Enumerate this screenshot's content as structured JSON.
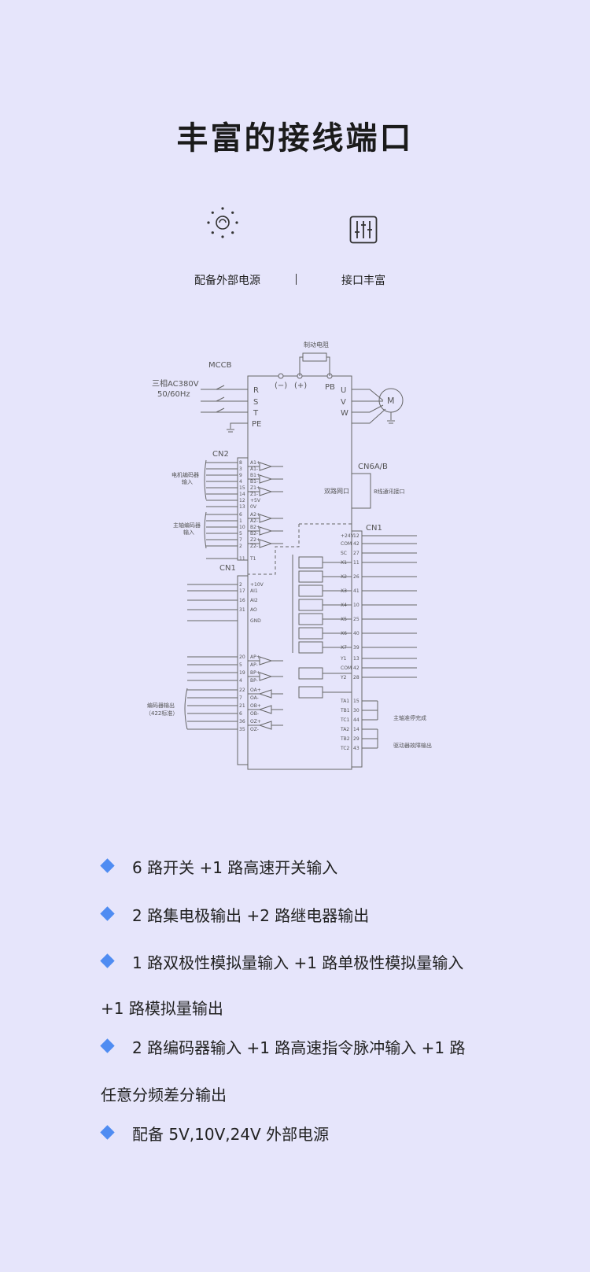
{
  "page": {
    "title": "丰富的接线端口"
  },
  "features": [
    {
      "label": "配备外部电源",
      "icon": "power-supply-icon"
    },
    {
      "label": "接口丰富",
      "icon": "interface-sliders-icon"
    }
  ],
  "separator": "|",
  "diagram": {
    "mccb": "MCCB",
    "power_input_1": "三相AC380V",
    "power_input_2": "50/60Hz",
    "brake_resistor": "制动电阻",
    "minus": "(−)",
    "plus": "(+)",
    "pb": "PB",
    "terminals_left": [
      "R",
      "S",
      "T",
      "PE"
    ],
    "terminals_right": [
      "U",
      "V",
      "W"
    ],
    "motor": "M",
    "cn2": "CN2",
    "cn6": "CN6A/B",
    "cn6_label": "双路网口",
    "cn6_desc": "8线通讯接口",
    "cn1_a": "CN1",
    "cn1_b": "CN1",
    "motor_encoder_1": "电机编码器",
    "motor_encoder_2": "输入",
    "spindle_encoder_1": "主轴编码器",
    "spindle_encoder_2": "输入",
    "encoder_out_1": "编码器输出",
    "encoder_out_2": "（422标准）",
    "cn2_pins": [
      {
        "no": "8",
        "name": "A1+"
      },
      {
        "no": "3",
        "name": "A1-"
      },
      {
        "no": "9",
        "name": "B1+"
      },
      {
        "no": "4",
        "name": "B1-"
      },
      {
        "no": "15",
        "name": "Z1+"
      },
      {
        "no": "14",
        "name": "Z1-"
      },
      {
        "no": "12",
        "name": "+5V"
      },
      {
        "no": "13",
        "name": "0V"
      },
      {
        "no": "6",
        "name": "A2+"
      },
      {
        "no": "1",
        "name": "A2-"
      },
      {
        "no": "10",
        "name": "B2+"
      },
      {
        "no": "5",
        "name": "B2-"
      },
      {
        "no": "7",
        "name": "Z2+"
      },
      {
        "no": "2",
        "name": "Z2-"
      },
      {
        "no": "11",
        "name": "T1"
      }
    ],
    "cn1_left_pins": [
      {
        "no": "2",
        "name": "+10V"
      },
      {
        "no": "17",
        "name": "AI1"
      },
      {
        "no": "16",
        "name": "AI2"
      },
      {
        "no": "31",
        "name": "AO"
      },
      {
        "no": "",
        "name": "GND"
      },
      {
        "no": "20",
        "name": "AP+"
      },
      {
        "no": "5",
        "name": "AP-"
      },
      {
        "no": "19",
        "name": "BP+"
      },
      {
        "no": "4",
        "name": "BP-"
      },
      {
        "no": "22",
        "name": "OA+"
      },
      {
        "no": "7",
        "name": "OA-"
      },
      {
        "no": "21",
        "name": "OB+"
      },
      {
        "no": "6",
        "name": "OB-"
      },
      {
        "no": "36",
        "name": "OZ+"
      },
      {
        "no": "35",
        "name": "OZ-"
      }
    ],
    "cn1_right_pins": [
      {
        "no": "12",
        "name": "+24V"
      },
      {
        "no": "42",
        "name": "COM"
      },
      {
        "no": "27",
        "name": "SC"
      },
      {
        "no": "11",
        "name": "X1"
      },
      {
        "no": "26",
        "name": "X2"
      },
      {
        "no": "41",
        "name": "X3"
      },
      {
        "no": "10",
        "name": "X4"
      },
      {
        "no": "25",
        "name": "X5"
      },
      {
        "no": "40",
        "name": "X6"
      },
      {
        "no": "39",
        "name": "X7"
      },
      {
        "no": "13",
        "name": "Y1"
      },
      {
        "no": "42",
        "name": "COM"
      },
      {
        "no": "28",
        "name": "Y2"
      },
      {
        "no": "15",
        "name": "TA1"
      },
      {
        "no": "30",
        "name": "TB1"
      },
      {
        "no": "44",
        "name": "TC1"
      },
      {
        "no": "14",
        "name": "TA2"
      },
      {
        "no": "29",
        "name": "TB2"
      },
      {
        "no": "43",
        "name": "TC2"
      }
    ],
    "relay1_desc": "主轴准停完成",
    "relay2_desc": "驱动器故障输出"
  },
  "bullets": [
    {
      "line1": "6 路开关 +1 路高速开关输入",
      "line2": ""
    },
    {
      "line1": "2 路集电极输出 +2 路继电器输出",
      "line2": ""
    },
    {
      "line1": " 1 路双极性模拟量输入 +1 路单极性模拟量输入",
      "line2": "+1 路模拟量输出"
    },
    {
      "line1": "2 路编码器输入 +1 路高速指令脉冲输入 +1 路",
      "line2": "任意分频差分输出"
    },
    {
      "line1": "配备 5V,10V,24V 外部电源",
      "line2": ""
    }
  ],
  "colors": {
    "background": "#e6e5fb",
    "bullet": "#4f8cf2",
    "text": "#222222"
  }
}
